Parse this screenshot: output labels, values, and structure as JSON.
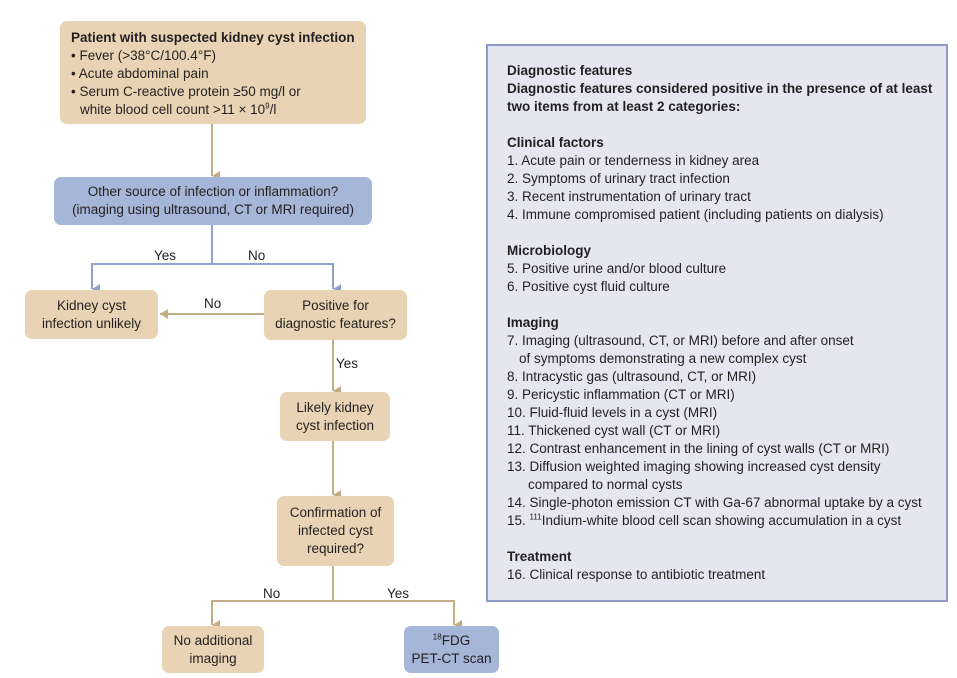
{
  "flowchart": {
    "start": {
      "title": "Patient with suspected kidney cyst infection",
      "bullets": [
        "• Fever (>38°C/100.4°F)",
        "• Acute abdominal pain",
        "• Serum C-reactive protein ≥50 mg/l or",
        "white blood cell count >11 × 10",
        "9",
        "/l"
      ]
    },
    "other_source": {
      "line1": "Other source of infection or inflammation?",
      "line2": "(imaging using ultrasound, CT or MRI required)"
    },
    "unlikely": {
      "line1": "Kidney cyst",
      "line2": "infection unlikely"
    },
    "positive": {
      "line1": "Positive for",
      "line2": "diagnostic features?"
    },
    "likely": {
      "line1": "Likely kidney",
      "line2": "cyst infection"
    },
    "confirmation": {
      "line1": "Confirmation of",
      "line2": "infected cyst",
      "line3": "required?"
    },
    "no_imaging": {
      "line1": "No additional",
      "line2": "imaging"
    },
    "pet": {
      "sup": "18",
      "line1": "FDG",
      "line2": "PET-CT scan"
    },
    "edge_labels": {
      "yes_left": "Yes",
      "no_right": "No",
      "no_left": "No",
      "yes_down": "Yes",
      "no_bottom": "No",
      "yes_bottom": "Yes"
    }
  },
  "panel": {
    "title": "Diagnostic features",
    "subtitle1": "Diagnostic features considered positive in the presence of at least",
    "subtitle2": "two items from at least 2 categories:",
    "clinical": {
      "heading": "Clinical factors",
      "items": [
        "1. Acute pain or tenderness in kidney area",
        "2. Symptoms of urinary tract infection",
        "3. Recent instrumentation of urinary tract",
        "4. Immune compromised patient (including patients on dialysis)"
      ]
    },
    "micro": {
      "heading": "Microbiology",
      "items": [
        "5. Positive urine and/or blood culture",
        "6. Positive cyst fluid culture"
      ]
    },
    "imaging": {
      "heading": "Imaging",
      "item7a": "7. Imaging (ultrasound, CT, or MRI) before and after onset",
      "item7b": "of symptoms demonstrating a new complex cyst",
      "item8": "8. Intracystic gas (ultrasound, CT, or MRI)",
      "item9": "9. Pericystic inflammation (CT or MRI)",
      "item10": "10. Fluid-fluid levels in a cyst (MRI)",
      "item11": "11. Thickened cyst wall (CT or MRI)",
      "item12": "12. Contrast enhancement in the lining of cyst walls (CT or MRI)",
      "item13a": "13. Diffusion weighted imaging showing increased cyst density",
      "item13b": "compared to normal cysts",
      "item14": "14. Single-photon emission CT with Ga-67 abnormal uptake by a cyst",
      "item15_prefix": "15. ",
      "item15_sup": "111",
      "item15_text": "Indium-white blood cell scan showing accumulation in a cyst"
    },
    "treatment": {
      "heading": "Treatment",
      "items": [
        "16. Clinical response to antibiotic treatment"
      ]
    }
  },
  "colors": {
    "tan_box": "#e8d4b4",
    "blue_box": "#a6b6d8",
    "tan_line": "#c4ad86",
    "blue_line": "#8ea2cc",
    "panel_fill": "#e5e6f0",
    "panel_border": "#8f9bc6"
  }
}
